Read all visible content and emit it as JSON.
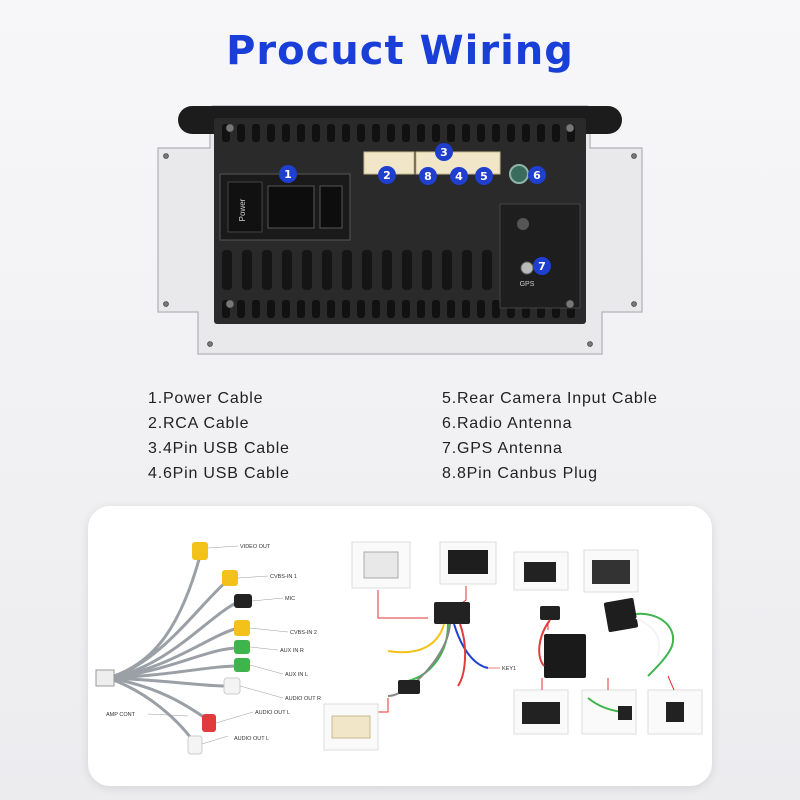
{
  "title": "Procuct Wiring",
  "unit": {
    "markers": [
      "1",
      "2",
      "3",
      "8",
      "4",
      "5",
      "6",
      "7"
    ],
    "power_text": "Power",
    "gps_text": "GPS"
  },
  "legend": {
    "left": [
      "1.Power Cable",
      "2.RCA Cable",
      "3.4Pin USB Cable",
      "4.6Pin USB Cable"
    ],
    "right": [
      "5.Rear Camera Input Cable",
      "6.Radio Antenna",
      "7.GPS Antenna",
      "8.8Pin Canbus Plug"
    ]
  },
  "rca_labels": {
    "video_out": "VIDEO OUT",
    "cvbs_in_1": "CVBS-IN 1",
    "mic": "MIC",
    "cvbs_in_2": "CVBS-IN 2",
    "aux_in_r": "AUX IN R",
    "aux_in_l": "AUX IN L",
    "audio_out_r": "AUDIO OUT R",
    "audio_out_l_upper": "AUDIO OUT L",
    "amp_cont": "AMP CONT",
    "audio_out_l_lower": "AUDIO OUT L"
  },
  "harness_labels": {
    "key1": "KEY1"
  },
  "colors": {
    "title": "#1a3fd8",
    "marker": "#1f3fcf",
    "callout_line": "#e53030",
    "rca_yellow": "#f2c21b",
    "rca_red": "#e23b3b",
    "rca_white": "#f4f4f4",
    "rca_green": "#3db54a",
    "wire_grey": "#9aa0a6"
  }
}
